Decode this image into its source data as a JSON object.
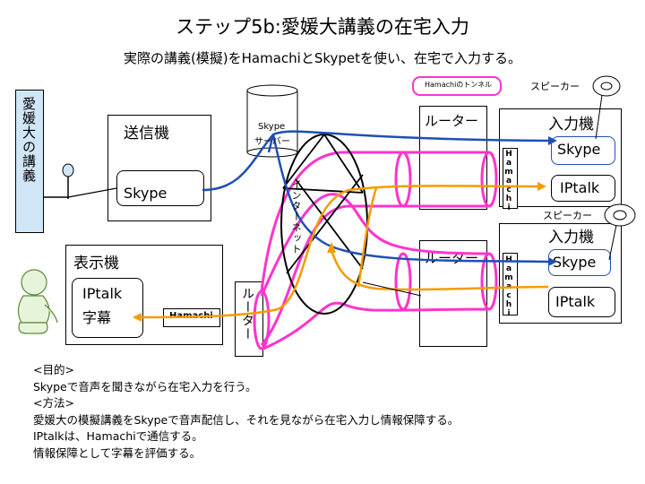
{
  "title": "ステップ5b:愛媛大講義の在宅入力",
  "subtitle": "実際の講義(模擬)をHamachiとSkypetを使い、在宅で入力する。",
  "lecture_label": "愛媛大の講義",
  "legend_label": "Hamachiのトンネル",
  "speaker_label_top": "スピーカー",
  "speaker_label_mid": "スピーカー",
  "sender": {
    "title": "送信機",
    "skype": "Skype"
  },
  "server": {
    "line1": "Skype",
    "line2": "サーバー"
  },
  "internet_label": "インターネット",
  "display": {
    "title": "表示機",
    "line1": "IPtalk",
    "line2": "字幕",
    "hamachi": "Hamachi"
  },
  "router_vertical": "ルーター",
  "router_top": "ルーター",
  "router_bottom": "ルーター",
  "input1": {
    "title": "入力機",
    "skype": "Skype",
    "iptalk": "IPtalk",
    "hamachi": "Hamachi"
  },
  "input2": {
    "title": "入力機",
    "skype": "Skype",
    "iptalk": "IPtalk",
    "hamachi": "Hamachi"
  },
  "notes": {
    "purpose_heading": "<目的>",
    "purpose": "Skypeで音声を聞きながら在宅入力を行う。",
    "method_heading": "<方法>",
    "method1": "愛媛大の模擬講義をSkypeで音声配信し、それを見ながら在宅入力し情報保障する。",
    "method2": "IPtalkは、Hamachiで通信する。",
    "method3": "情報保障として字幕を評価する。"
  },
  "colors": {
    "tunnel": "#ff33cc",
    "skype_line": "#1f4fb5",
    "iptalk_line": "#f59c00",
    "lecture_bg": "#cfe6f7"
  }
}
